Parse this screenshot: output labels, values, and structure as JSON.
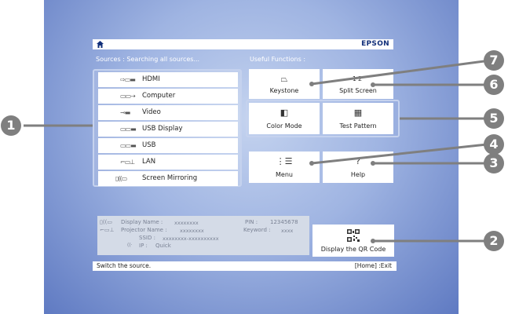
{
  "header": {
    "brand": "EPSON"
  },
  "sources": {
    "title": "Sources : Searching all sources...",
    "items": [
      {
        "icon": "⇨▭▬",
        "label": "HDMI"
      },
      {
        "icon": "▭▭⇢",
        "label": "Computer"
      },
      {
        "icon": "⊸▬",
        "label": "Video"
      },
      {
        "icon": "▭▭▬",
        "label": "USB Display"
      },
      {
        "icon": "▭▭▬",
        "label": "USB"
      },
      {
        "icon": "⌐▭⊥",
        "label": "LAN"
      },
      {
        "icon": "▯((▭",
        "label": "Screen Mirroring"
      }
    ]
  },
  "functions": {
    "title": "Useful Functions :",
    "keystone": {
      "label": "Keystone",
      "icon": "⏢"
    },
    "split": {
      "label": "Split Screen",
      "icon": "12"
    },
    "color": {
      "label": "Color Mode",
      "icon": "◧"
    },
    "test": {
      "label": "Test Pattern",
      "icon": "▦"
    },
    "menu": {
      "label": "Menu",
      "icon": "⋮☰"
    },
    "help": {
      "label": "Help",
      "icon": "?"
    }
  },
  "network": {
    "display_name_label": "Display Name :",
    "display_name": "xxxxxxxx",
    "projector_name_label": "Projector Name :",
    "projector_name": "xxxxxxxx",
    "ssid_label": "SSID :",
    "ssid": "xxxxxxxx-xxxxxxxxxx",
    "ip_label": "IP :",
    "ip": "Quick",
    "pin_label": "PIN :",
    "pin": "12345678",
    "keyword_label": "Keyword :",
    "keyword": "xxxx"
  },
  "qr_button": {
    "label": "Display the QR Code"
  },
  "status": {
    "left": "Switch the source.",
    "right": "[Home] :Exit"
  },
  "callouts": [
    "1",
    "2",
    "3",
    "4",
    "5",
    "6",
    "7"
  ]
}
